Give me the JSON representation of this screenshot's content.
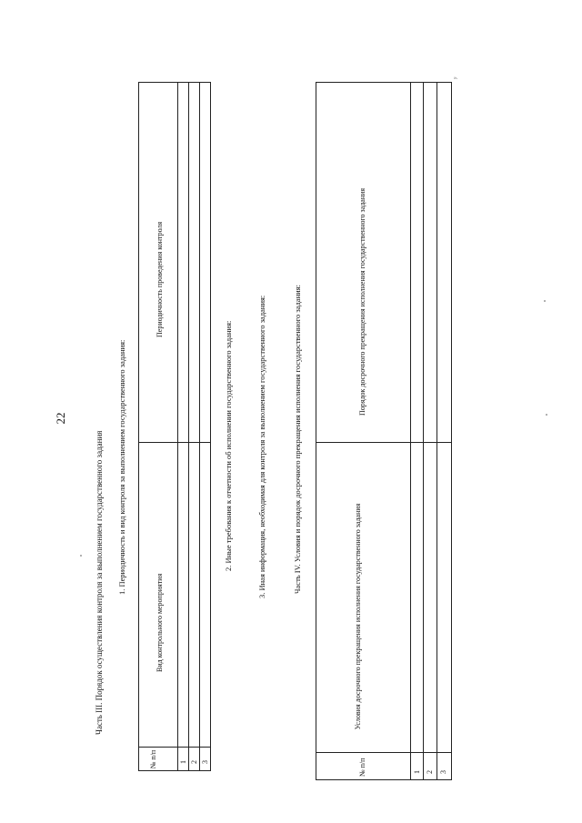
{
  "page_number": "22",
  "part3": {
    "heading": "Часть III. Порядок осуществления контроля за выполнением государственного задания",
    "sub1": "1. Периодичность и вид контроля за выполнением государственного задания:",
    "table": {
      "headers": [
        "№ п/п",
        "Вид контрольного мероприятия",
        "Периодичность проведения контроля"
      ],
      "rows": [
        "1",
        "2",
        "3"
      ]
    },
    "sub2": "2. Иные требования к отчетности об исполнении государственного задания:",
    "sub3": "3. Иная информация, необходимая для контроля за выполнением государственного задания:"
  },
  "part4": {
    "heading": "Часть IV. Условия и порядок досрочного прекращения исполнения государственного задания:",
    "table": {
      "headers": [
        "№ п/п",
        "Условия досрочного прекращения исполнения государственного задания",
        "Порядок досрочного прекращения исполнения государственного задания"
      ],
      "rows": [
        "1",
        "2",
        "3"
      ]
    },
    "corner_mark": "»."
  }
}
